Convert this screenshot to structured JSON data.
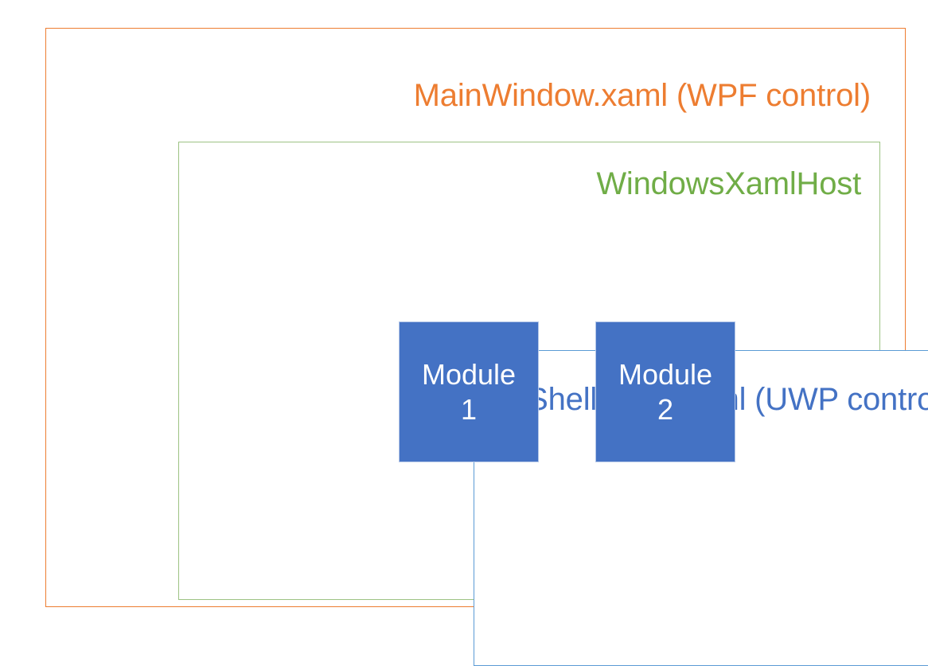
{
  "diagram": {
    "type": "nested-containers",
    "background_color": "#FFFFFF",
    "outer": {
      "title": "MainWindow.xaml (WPF control)",
      "border_color": "#ED7D31",
      "text_color": "#ED7D31"
    },
    "middle": {
      "title": "WindowsXamlHost",
      "border_color": "#70AD47",
      "text_color": "#70AD47"
    },
    "inner": {
      "title": "ShellPage.xaml (UWP control)",
      "border_color": "#5B9BD5",
      "text_color": "#4472C4"
    },
    "modules": [
      {
        "label": "Module\n1",
        "fill_color": "#4472C4",
        "text_color": "#FFFFFF",
        "border_color": "#B4C7E7"
      },
      {
        "label": "Module\n2",
        "fill_color": "#4472C4",
        "text_color": "#FFFFFF",
        "border_color": "#B4C7E7"
      }
    ]
  }
}
